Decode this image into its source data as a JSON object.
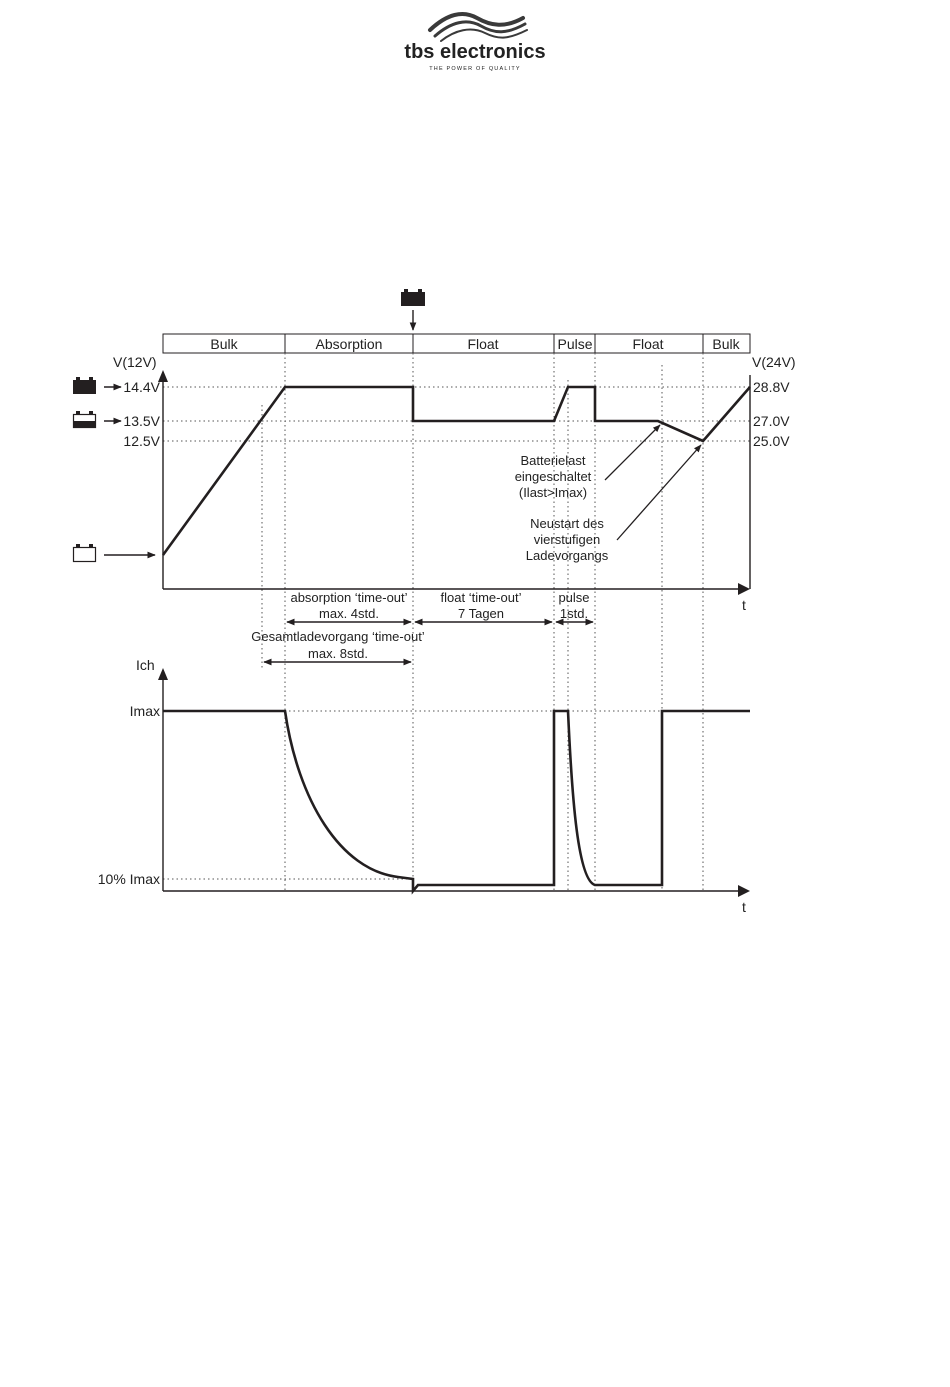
{
  "brand": {
    "name": "tbs electronics",
    "tagline": "THE POWER OF QUALITY"
  },
  "phases": [
    "Bulk",
    "Absorption",
    "Float",
    "Pulse",
    "Float",
    "Bulk"
  ],
  "voltage_chart": {
    "y_label_left": "V(12V)",
    "y_label_right": "V(24V)",
    "x_label": "t",
    "left_ticks": [
      "14.4V",
      "13.5V",
      "12.5V"
    ],
    "right_ticks": [
      "28.8V",
      "27.0V",
      "25.0V"
    ]
  },
  "annotations": {
    "load_on": [
      "Batterielast",
      "eingeschaltet",
      "(Ilast>Imax)"
    ],
    "restart": [
      "Neustart des",
      "vierstufigen",
      "Ladevorgangs"
    ]
  },
  "timeouts": {
    "absorption": [
      "absorption ‘time-out’",
      "max. 4std."
    ],
    "float": [
      "float ‘time-out’",
      "7 Tagen"
    ],
    "pulse": [
      "pulse",
      "1std."
    ],
    "total": [
      "Gesamtladevorgang ‘time-out’",
      "max. 8std."
    ]
  },
  "current_chart": {
    "y_label": "Ich",
    "x_label": "t",
    "ticks": [
      "Imax",
      "10% Imax"
    ]
  },
  "colors": {
    "line": "#231f20",
    "grid": "#555555",
    "logo": "#3a3a3a"
  }
}
